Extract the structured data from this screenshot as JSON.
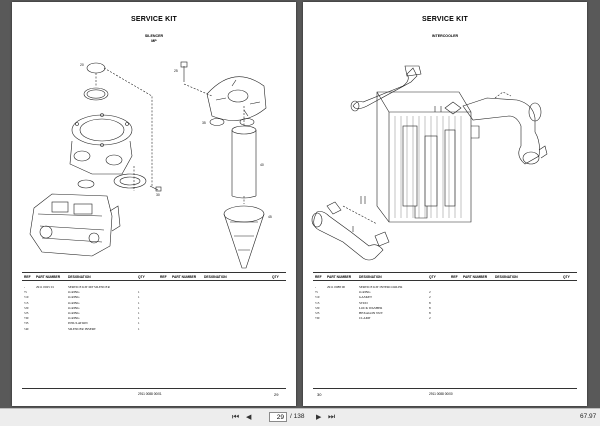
{
  "left_page": {
    "title": "SERVICE KIT",
    "subtitle1": "SILENCER",
    "subtitle2": "MP",
    "callouts": [
      "20",
      "25",
      "35",
      "40",
      "30",
      "45"
    ],
    "table_headers": [
      "REF",
      "PART NUMBER",
      "DESIGNATION",
      "QTY",
      "REF",
      "PART NUMBER",
      "DESIGNATION",
      "QTY"
    ],
    "rows": [
      {
        "ref": "-",
        "part": "2911 0025 01",
        "designation": "SERVICE KIT MP SILENCER",
        "qty": ""
      },
      {
        "ref": "•5",
        "part": "",
        "designation": "O-RING",
        "qty": "1"
      },
      {
        "ref": "•10",
        "part": "",
        "designation": "O-RING",
        "qty": "1"
      },
      {
        "ref": "•15",
        "part": "",
        "designation": "O-RING",
        "qty": "1"
      },
      {
        "ref": "•20",
        "part": "",
        "designation": "O-RING",
        "qty": "1"
      },
      {
        "ref": "•25",
        "part": "",
        "designation": "O-RING",
        "qty": "1"
      },
      {
        "ref": "•30",
        "part": "",
        "designation": "O-RING",
        "qty": "1"
      },
      {
        "ref": "•35",
        "part": "",
        "designation": "INSULATION",
        "qty": "1"
      },
      {
        "ref": "•40",
        "part": "",
        "designation": "SILENCER INSERT",
        "qty": "1"
      }
    ],
    "footer_code": "2911 0088 00/01",
    "page_number": "29"
  },
  "right_page": {
    "title": "SERVICE KIT",
    "subtitle1": "INTERCOOLER",
    "table_headers": [
      "REF",
      "PART NUMBER",
      "DESIGNATION",
      "QTY",
      "REF",
      "PART NUMBER",
      "DESIGNATION",
      "QTY"
    ],
    "rows": [
      {
        "ref": "-",
        "part": "2911 0088 00",
        "designation": "SERVICE KIT INTERCOOLER",
        "qty": ""
      },
      {
        "ref": "•5",
        "part": "",
        "designation": "O-RING",
        "qty": "2"
      },
      {
        "ref": "•10",
        "part": "",
        "designation": "GASKET",
        "qty": "2"
      },
      {
        "ref": "•15",
        "part": "",
        "designation": "STUD",
        "qty": "8"
      },
      {
        "ref": "•20",
        "part": "",
        "designation": "LOCK WASHER",
        "qty": "8"
      },
      {
        "ref": "•25",
        "part": "",
        "designation": "HEXAGON NUT",
        "qty": "8"
      },
      {
        "ref": "•30",
        "part": "",
        "designation": "CLAMP",
        "qty": "2"
      }
    ],
    "footer_code": "2911 0088 00/00",
    "page_number": "30"
  },
  "toolbar": {
    "current_page": "29",
    "total_pages": "/ 138",
    "zoom": "67.97",
    "first_icon": "first-page-icon",
    "prev_icon": "prev-page-icon",
    "next_icon": "next-page-icon",
    "last_icon": "last-page-icon"
  }
}
